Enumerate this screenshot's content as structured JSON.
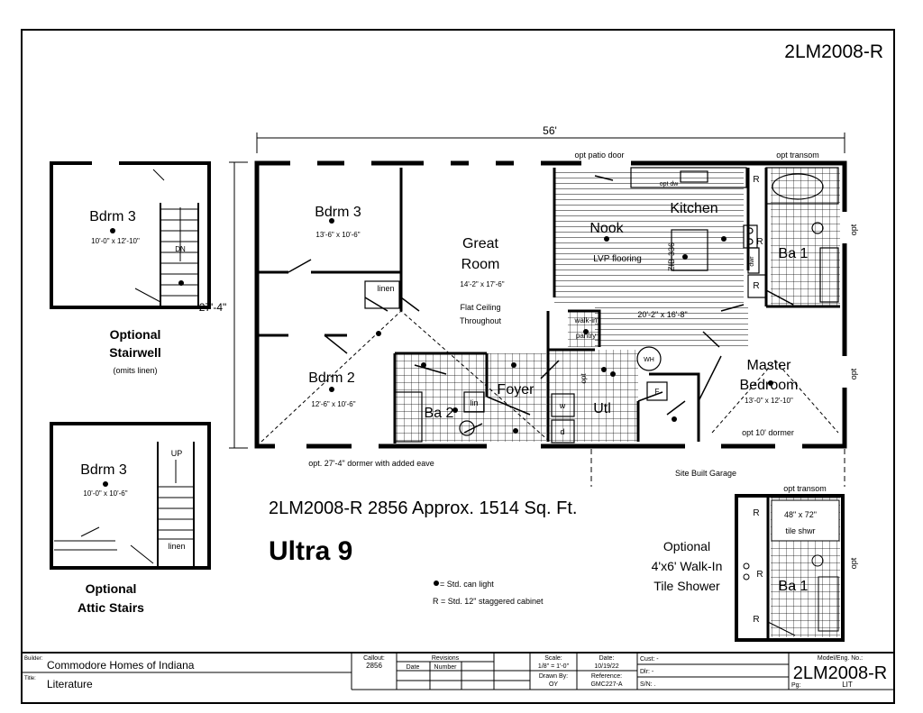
{
  "model_code": "2LM2008-R",
  "dimensions": {
    "width": "56'",
    "depth": "27'-4\""
  },
  "rooms": {
    "bdrm3_name": "Bdrm 3",
    "bdrm3_size": "13'-6\" x 10'-6\"",
    "bdrm2_name": "Bdrm 2",
    "bdrm2_size": "12'-6\" x 10'-6\"",
    "great_name_1": "Great",
    "great_name_2": "Room",
    "great_size": "14'-2\" x 17'-6\"",
    "flat_ceiling_1": "Flat Ceiling",
    "flat_ceiling_2": "Throughout",
    "nook": "Nook",
    "lvp": "LVP flooring",
    "kitchen": "Kitchen",
    "kitchen_size": "20'-2\" x 16'-8\"",
    "walkin_1": "walk-in",
    "walkin_2": "pantry",
    "ba1": "Ba 1",
    "ba2": "Ba 2",
    "foyer": "Foyer",
    "utl": "Utl",
    "master_1": "Master",
    "master_2": "Bedroom",
    "master_size": "13'-0\" x 12'-10\"",
    "linen": "linen",
    "lin": "lin",
    "zib": "ZIB-336",
    "opt_dw": "opt dw",
    "dwr": "dwr",
    "w": "w",
    "d": "d",
    "f": "F",
    "wh": "WH",
    "opt": "opt",
    "r": "R"
  },
  "notes": {
    "opt_patio_door": "opt patio door",
    "opt_transom": "opt transom",
    "opt_dormer_10": "opt 10' dormer",
    "opt_dormer_27": "opt. 27'-4\" dormer with added eave",
    "site_garage": "Site Built Garage"
  },
  "stairwell": {
    "bdrm_name": "Bdrm 3",
    "bdrm_size": "10'-0\" x 12'-10\"",
    "dn": "DN",
    "title_1": "Optional",
    "title_2": "Stairwell",
    "sub": "(omits linen)"
  },
  "attic": {
    "bdrm_name": "Bdrm 3",
    "bdrm_size": "10'-0\" x 10'-6\"",
    "up": "UP",
    "linen": "linen",
    "title_1": "Optional",
    "title_2": "Attic Stairs"
  },
  "shower": {
    "transom": "opt transom",
    "size": "48\" x 72\"",
    "tile": "tile shwr",
    "ba1": "Ba 1",
    "opt": "opt",
    "title_1": "Optional",
    "title_2": "4'x6' Walk-In",
    "title_3": "Tile Shower"
  },
  "headline": "2LM2008-R 2856 Approx. 1514 Sq. Ft.",
  "series": "Ultra 9",
  "legend": {
    "can_light": "= Std. can light",
    "cabinet": "R = Std. 12\" staggered cabinet"
  },
  "title_block": {
    "builder_label": "Builder:",
    "builder": "Commodore Homes of Indiana",
    "title_label": "Title:",
    "title": "Literature",
    "callout_label": "Callout:",
    "callout": "2856",
    "revisions": "Revisions",
    "date_col": "Date",
    "number_col": "Number",
    "scale_label": "Scale:",
    "scale": "1/8\" = 1'-0\"",
    "date_label": "Date:",
    "date": "10/19/22",
    "drawn_label": "Drawn By:",
    "drawn": "OY",
    "ref_label": "Reference:",
    "ref": "GMC227-A",
    "cust": "Cust: -",
    "dlr": "Dlr: -",
    "sn": "S/N: .",
    "model_label": "Model/Eng. No.:",
    "model": "2LM2008-R",
    "pg_label": "Pg:",
    "pg": "LIT"
  }
}
